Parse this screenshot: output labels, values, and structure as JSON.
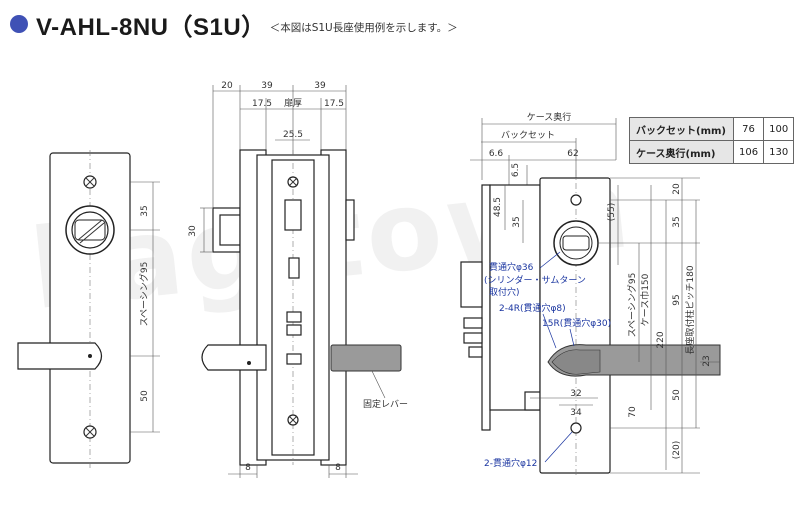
{
  "header": {
    "title": "V-AHL-8NU（S1U）",
    "note": "＜本図はS1U長座使用例を示します。＞"
  },
  "watermark": "kagitown",
  "front_view": {
    "dims": {
      "top": "35",
      "spacing": "スペーシング95",
      "bottom": "50"
    }
  },
  "side_view": {
    "dims": {
      "left_outer": "20",
      "left_39": "39",
      "right_39": "39",
      "left_17_5": "17.5",
      "door": "扉厚",
      "right_17_5": "17.5",
      "center": "25.5",
      "thumb_height": "30",
      "bottom_left_8": "8",
      "bottom_right_8": "8"
    },
    "fixed_lever": "固定レバー"
  },
  "case_view": {
    "dims": {
      "case_depth": "ケース奥行",
      "backset": "バックセット",
      "d6_6": "6.6",
      "d6_5": "6.5",
      "d62": "62",
      "d48_5": "48.5",
      "d35": "35",
      "d55": "(55)",
      "d20": "20",
      "d35r": "35",
      "spacing95": "スペーシング95",
      "width150": "ケース巾150",
      "d220": "220",
      "d95": "95",
      "pitch180": "長座取付柱ピッチ180",
      "d70": "70",
      "d50": "50",
      "d20b": "(20)",
      "d23": "23",
      "d34": "34",
      "d32": "32"
    },
    "notes": {
      "hole36": "貫通穴φ36",
      "cyl1": "(シリンダー・サムターン",
      "cyl2": "取付穴)",
      "r4": "2-4R(貫通穴φ8)",
      "r15": "15R(貫通穴φ30)",
      "hole12": "2-貫通穴φ12"
    }
  },
  "spec_table": {
    "rows": [
      {
        "label": "バックセット(mm)",
        "v1": "76",
        "v2": "100"
      },
      {
        "label": "ケース奥行(mm)",
        "v1": "106",
        "v2": "130"
      }
    ]
  },
  "colors": {
    "accent": "#3f51b5",
    "note_blue": "#1a35a0"
  }
}
